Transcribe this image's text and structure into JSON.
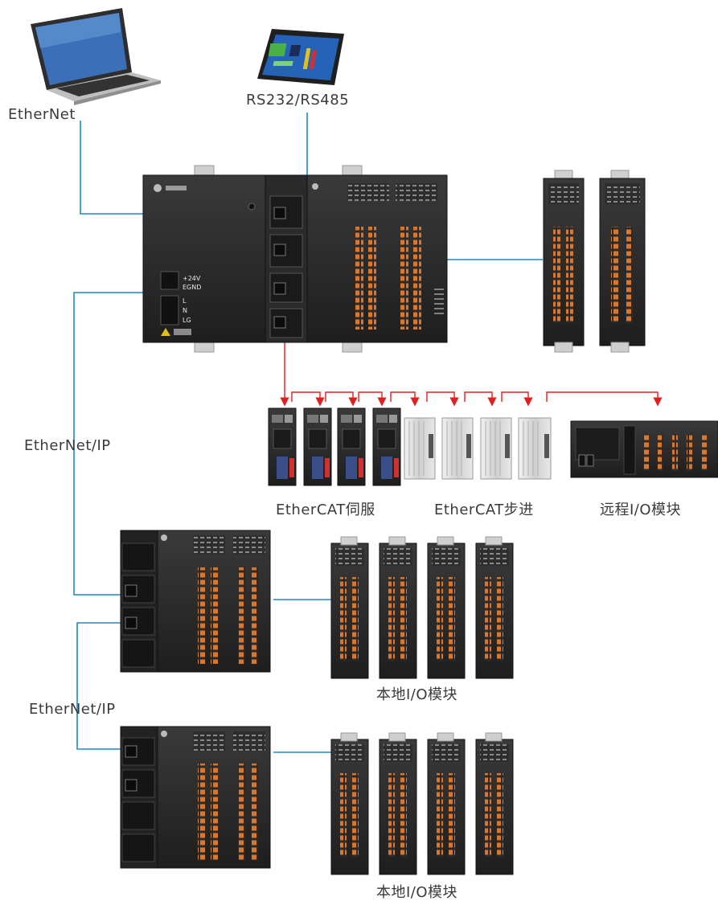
{
  "colors": {
    "ethernet_line": "#1e88c8",
    "ethercat_line": "#e02020",
    "device_dark": "#2b2b2b",
    "terminal_orange": "#d9782c",
    "drive_silver": "#d9d9d9",
    "label_text": "#3a3a3a"
  },
  "labels": {
    "laptop_link": "EtherNet",
    "hmi_link": "RS232/RS485",
    "ethernet_ip_1": "EtherNet/IP",
    "ethernet_ip_2": "EtherNet/IP",
    "servo_group": "EtherCAT伺服",
    "stepper_group": "EtherCAT步进",
    "remote_io_group": "远程I/O模块",
    "local_io_1": "本地I/O模块",
    "local_io_2": "本地I/O模块"
  },
  "devices": {
    "laptop_icon": "laptop-icon",
    "hmi_icon": "hmi-tablet-icon",
    "main_plc": "main-plc-controller",
    "ext_plc_1": "ethernet-ip-plc-1",
    "ext_plc_2": "ethernet-ip-plc-2",
    "servo_count": 4,
    "stepper_count": 4,
    "main_io_count": 2,
    "local_io_1_count": 4,
    "local_io_2_count": 4
  },
  "main_plc_text": {
    "pwr_24v": "+24V",
    "egnd": "EGND",
    "l": "L",
    "n": "N",
    "lg": "LG"
  }
}
